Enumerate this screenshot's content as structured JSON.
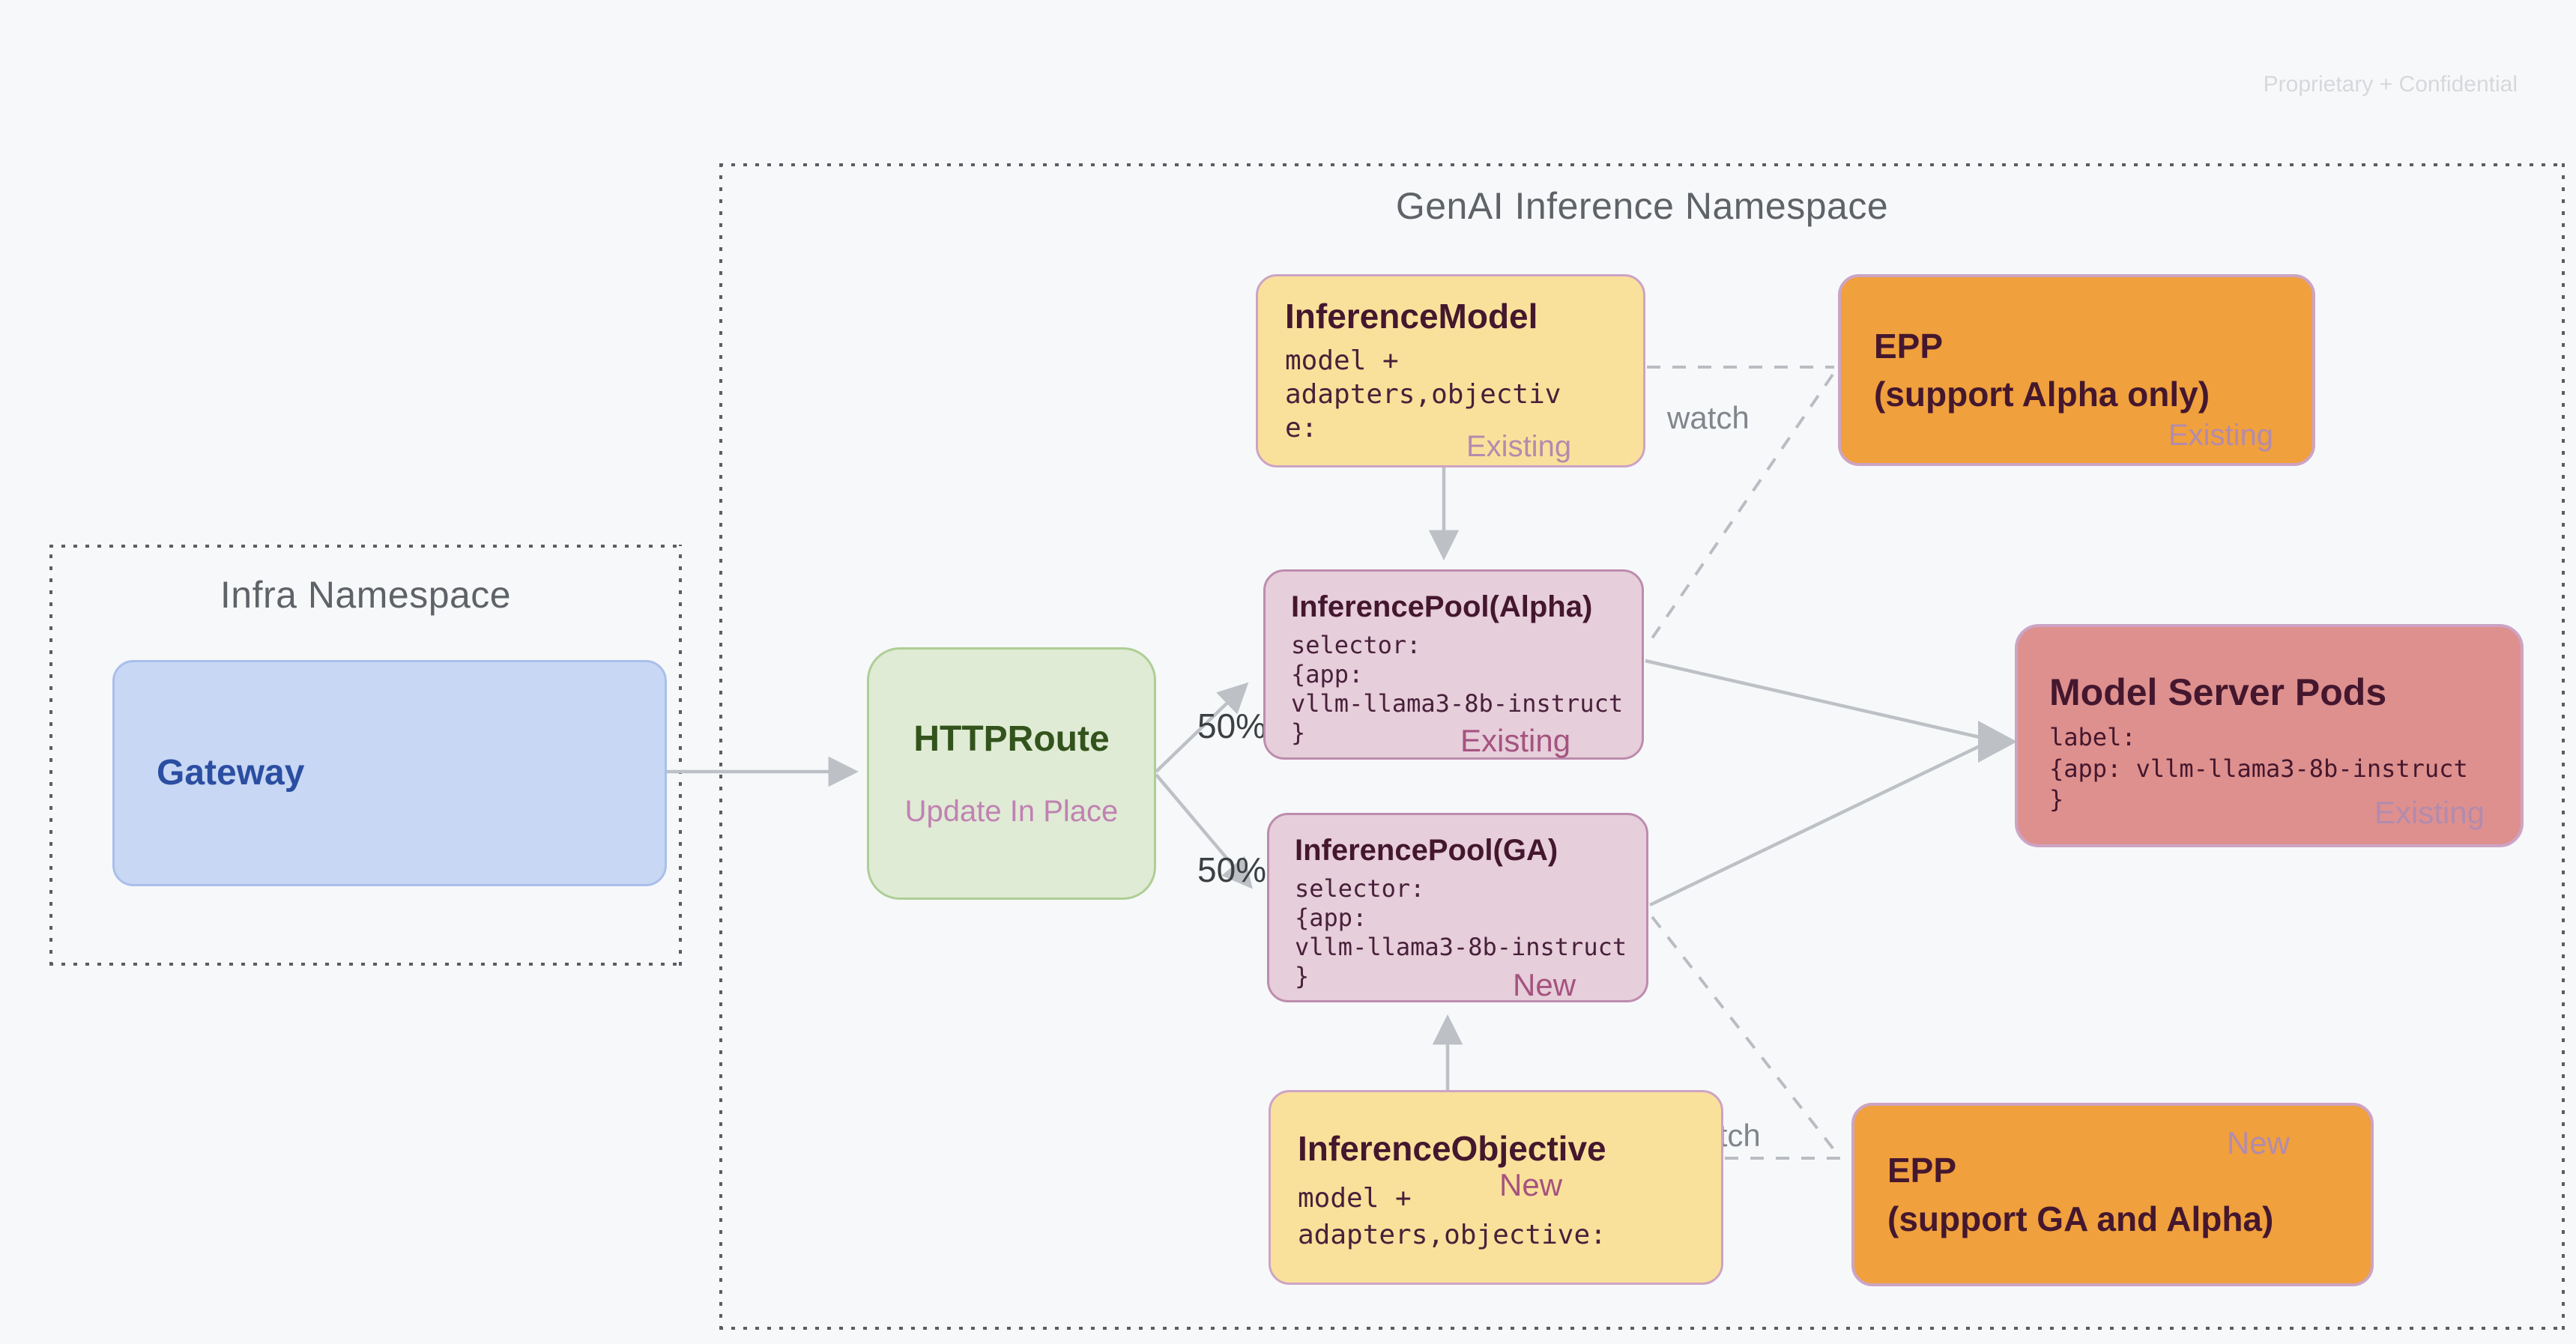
{
  "page": {
    "confidential_label": "Proprietary + Confidential"
  },
  "namespaces": {
    "infra": {
      "title": "Infra Namespace"
    },
    "genai": {
      "title": "GenAI Inference Namespace"
    }
  },
  "nodes": {
    "gateway": {
      "title": "Gateway"
    },
    "httproute": {
      "title": "HTTPRoute",
      "status": "Update In Place"
    },
    "inference_model": {
      "title": "InferenceModel",
      "code": "model +\nadapters,objectiv\ne:",
      "status": "Existing"
    },
    "epp_alpha_only": {
      "title": "EPP\n(support Alpha only)",
      "status": "Existing"
    },
    "inference_pool_alpha": {
      "title": "InferencePool(Alpha)",
      "code": "selector:\n{app:\nvllm-llama3-8b-instruct\n}",
      "status": "Existing"
    },
    "inference_pool_ga": {
      "title": "InferencePool(GA)",
      "code": "selector:\n{app:\nvllm-llama3-8b-instruct\n}",
      "status": "New"
    },
    "model_server_pods": {
      "title": "Model Server Pods",
      "code": "label:\n{app: vllm-llama3-8b-instruct\n}",
      "status": "Existing"
    },
    "inference_objective": {
      "title": "InferenceObjective",
      "code": "model +\nadapters,objective:",
      "status": "New"
    },
    "epp_ga_and_alpha": {
      "title": "EPP\n(support GA and Alpha)",
      "status": "New"
    }
  },
  "edge_labels": {
    "traffic_split_top": "50%",
    "traffic_split_bottom": "50%",
    "watch_top": "watch",
    "watch_bottom": "watch"
  },
  "colors": {
    "background": "#F7F8FA",
    "connector_gray": "#BDC1C6",
    "namespace_dot_gray": "#5A5E63",
    "namespace_label_gray": "#5F6368",
    "split_label_gray": "#3C4043",
    "title_maroon": "#44172E",
    "status_strong_mauve": "#A5537F",
    "status_muted_mauve": "#B28BAE",
    "yellow_fill": "#FAE19B",
    "orange_fill": "#F0A03C",
    "pool_fill": "#E6CEDA",
    "pods_fill": "#DE908E",
    "green_fill": "#DFEBD4",
    "green_text": "#33531C",
    "blue_fill": "#C8D7F3",
    "blue_text": "#2B4EA2",
    "mauve_border": "#CCA4C4",
    "update_in_place_pink": "#C181B3",
    "confidential_gray": "#D6D8DB"
  }
}
